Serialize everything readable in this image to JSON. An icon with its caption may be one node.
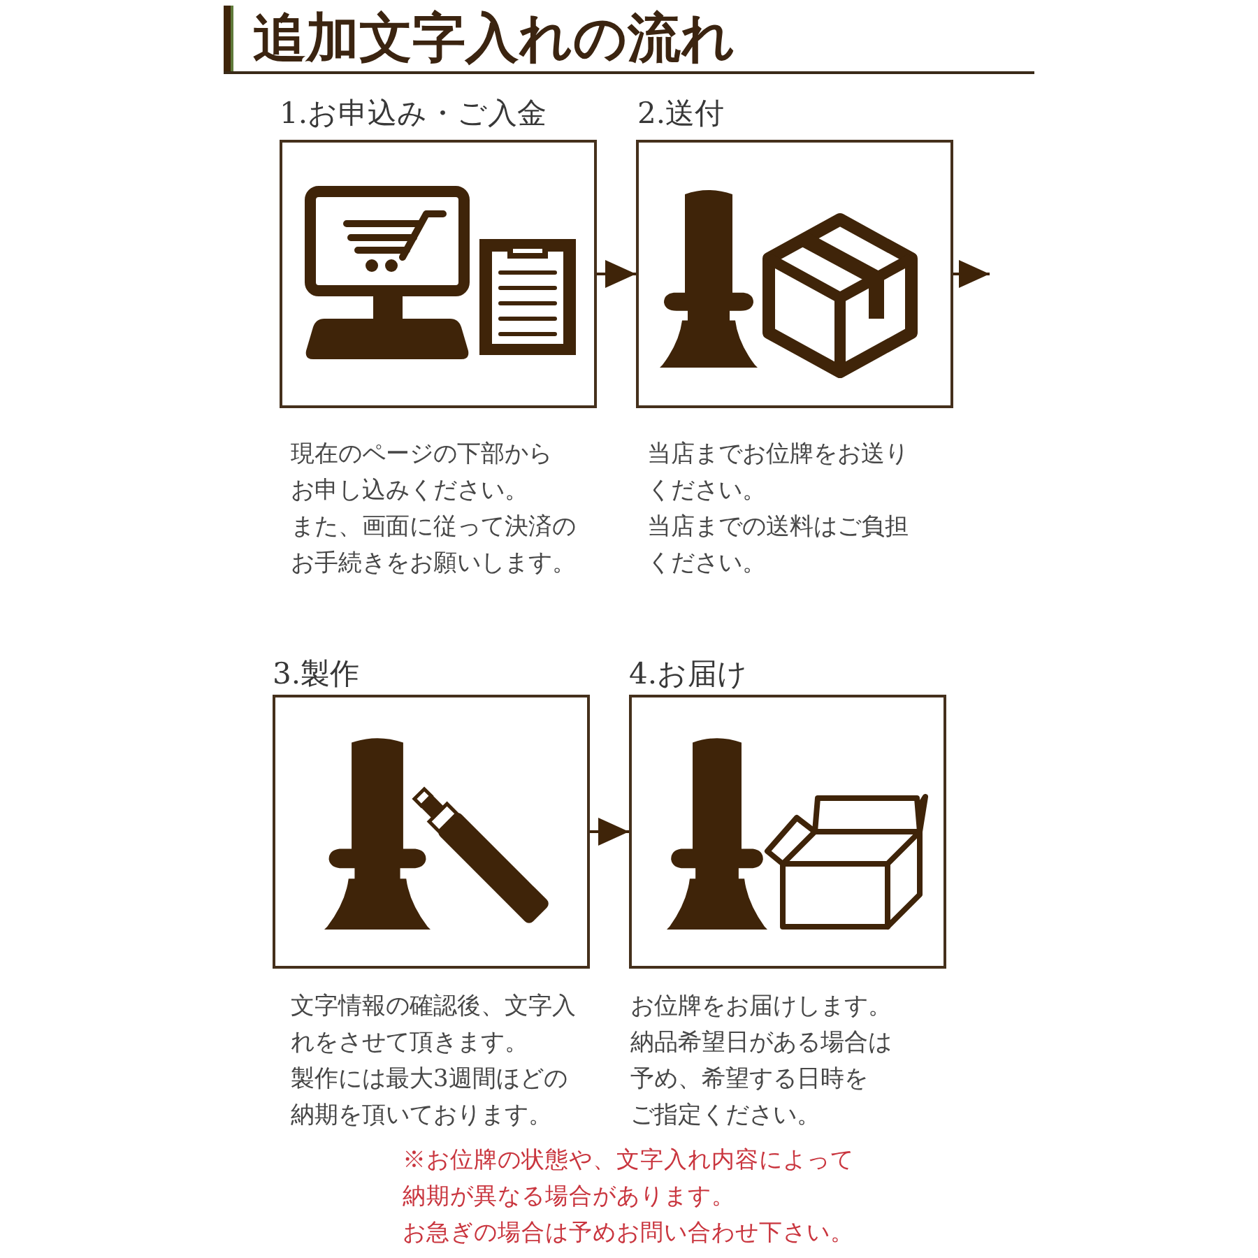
{
  "diagram": {
    "title": "追加文字入れの流れ",
    "nodes": [
      {
        "text": [
          "1.お申込み・ご入金"
        ],
        "beside": [
          "現在のページの下部からお申し込みください。また、画面に従って決済のお手続きをお願いします。"
        ]
      },
      {
        "text": [
          "2.送付"
        ],
        "beside": [
          "当店までお位牌をお送りください。当店までの送料はご負担ください。"
        ]
      },
      {
        "text": [
          "3.製作"
        ],
        "beside": [
          "文字情報の確認後、文字入れをさせて頂きます。製作には最大3週間ほどの納期を頂いております。"
        ]
      },
      {
        "text": [
          "4.お届け"
        ],
        "beside": [
          "お位牌をお届けします。納品希望日がある場合は予め、希望する日時をご指定ください。"
        ]
      }
    ],
    "edges": [
      {
        "from": 0,
        "to": 1,
        "arrow": "to"
      },
      {
        "from": 1,
        "to": null,
        "arrow": "to"
      },
      {
        "from": 2,
        "to": 3,
        "arrow": "to"
      }
    ],
    "labels": [
      "※お位牌の状態や、文字入れ内容によって納期が異なる場合があります。お急ぎの場合は予めお問い合わせ下さい。"
    ]
  }
}
